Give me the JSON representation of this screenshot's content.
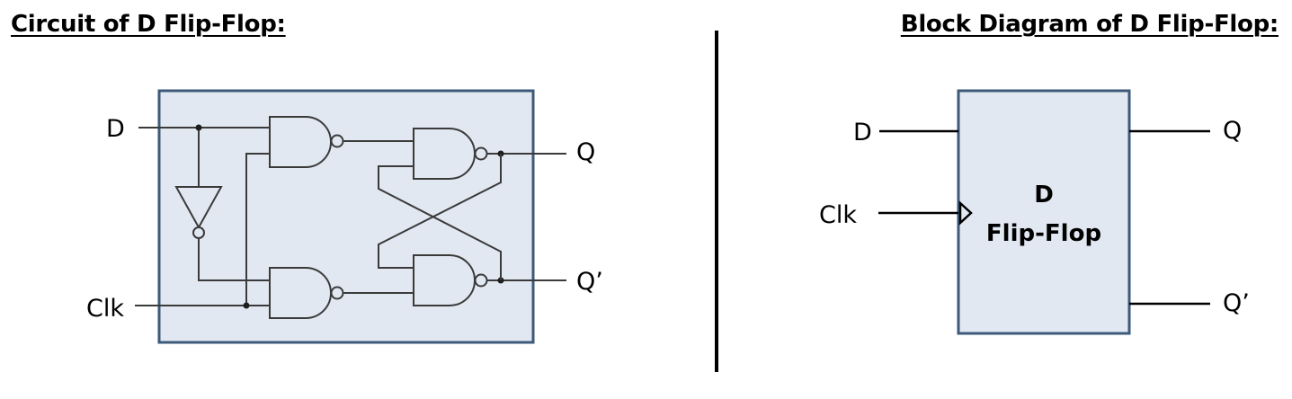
{
  "headings": {
    "left": "Circuit of D Flip-Flop:",
    "right": "Block Diagram of D Flip-Flop:"
  },
  "circuit": {
    "input_d": "D",
    "input_clk": "Clk",
    "output_q": "Q",
    "output_q_bar": "Q’"
  },
  "block": {
    "input_d": "D",
    "input_clk": "Clk",
    "output_q": "Q",
    "output_q_bar": "Q’",
    "title_line1": "D",
    "title_line2": "Flip-Flop"
  },
  "colors": {
    "panel_fill": "#e2e8f2",
    "panel_border": "#3d5a7a",
    "wire": "#3a3a3a"
  }
}
